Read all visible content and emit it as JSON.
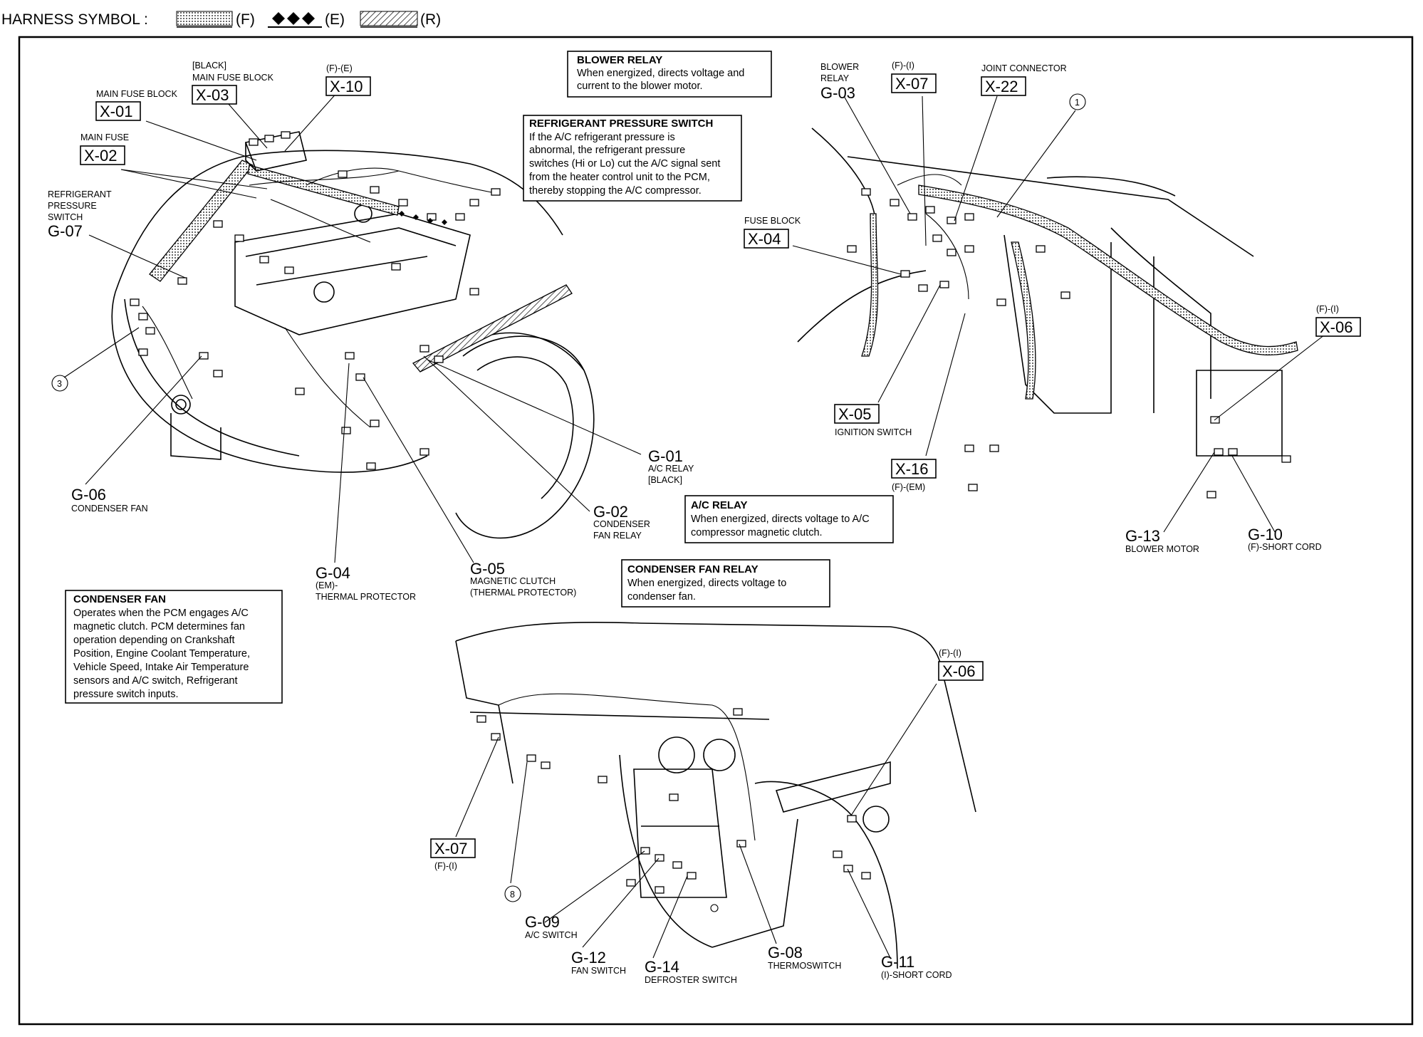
{
  "header": {
    "title": "HARNESS SYMBOL :",
    "symbols": [
      {
        "code": "(F)",
        "pattern": "dotted"
      },
      {
        "code": "(E)",
        "pattern": "diamonds"
      },
      {
        "code": "(R)",
        "pattern": "hatched"
      }
    ]
  },
  "callouts": {
    "x01": {
      "code": "X-01",
      "label": "MAIN FUSE BLOCK"
    },
    "x02": {
      "code": "X-02",
      "label": "MAIN FUSE"
    },
    "x03": {
      "code": "X-03",
      "label1": "[BLACK]",
      "label2": "MAIN FUSE BLOCK"
    },
    "x10": {
      "code": "X-10",
      "label": "(F)-(E)"
    },
    "g07": {
      "code": "G-07",
      "label1": "REFRIGERANT",
      "label2": "PRESSURE",
      "label3": "SWITCH"
    },
    "c3": {
      "code": "3"
    },
    "g06": {
      "code": "G-06",
      "label": "CONDENSER FAN"
    },
    "g04": {
      "code": "G-04",
      "label1": "(EM)-",
      "label2": "THERMAL PROTECTOR"
    },
    "g05": {
      "code": "G-05",
      "label1": "MAGNETIC CLUTCH",
      "label2": "(THERMAL PROTECTOR)"
    },
    "g02": {
      "code": "G-02",
      "label1": "CONDENSER",
      "label2": "FAN RELAY"
    },
    "g01": {
      "code": "G-01",
      "label1": "A/C RELAY",
      "label2": "[BLACK]"
    },
    "g03": {
      "code": "G-03",
      "label1": "BLOWER",
      "label2": "RELAY"
    },
    "x07a": {
      "code": "X-07",
      "label": "(F)-(I)"
    },
    "x22": {
      "code": "X-22",
      "label": "JOINT CONNECTOR"
    },
    "c1": {
      "code": "1"
    },
    "x04": {
      "code": "X-04",
      "label": "FUSE BLOCK"
    },
    "x05": {
      "code": "X-05",
      "label": "IGNITION SWITCH"
    },
    "x16": {
      "code": "X-16",
      "label": "(F)-(EM)"
    },
    "x06a": {
      "code": "X-06",
      "label": "(F)-(I)"
    },
    "g13": {
      "code": "G-13",
      "label": "BLOWER MOTOR"
    },
    "g10": {
      "code": "G-10",
      "label": "(F)-SHORT CORD"
    },
    "x06b": {
      "code": "X-06",
      "label": "(F)-(I)"
    },
    "x07b": {
      "code": "X-07",
      "label": "(F)-(I)"
    },
    "c8": {
      "code": "8"
    },
    "g09": {
      "code": "G-09",
      "label": "A/C SWITCH"
    },
    "g12": {
      "code": "G-12",
      "label": "FAN SWITCH"
    },
    "g14": {
      "code": "G-14",
      "label": "DEFROSTER SWITCH"
    },
    "g08": {
      "code": "G-08",
      "label": "THERMOSWITCH"
    },
    "g11": {
      "code": "G-11",
      "label": "(I)-SHORT CORD"
    }
  },
  "descriptions": {
    "blower_relay": {
      "title": "BLOWER RELAY",
      "lines": [
        "When energized, directs voltage and",
        "current to the blower motor."
      ]
    },
    "refrigerant_switch": {
      "title": "REFRIGERANT PRESSURE SWITCH",
      "lines": [
        "If the A/C refrigerant pressure is",
        "abnormal, the refrigerant pressure",
        "switches (Hi or Lo) cut the A/C signal sent",
        "from the heater control unit to the PCM,",
        "thereby stopping the A/C compressor."
      ]
    },
    "ac_relay": {
      "title": "A/C RELAY",
      "lines": [
        "When energized, directs voltage to A/C",
        "compressor magnetic clutch."
      ]
    },
    "condenser_fan_relay": {
      "title": "CONDENSER FAN RELAY",
      "lines": [
        "When energized, directs voltage to",
        "condenser fan."
      ]
    },
    "condenser_fan": {
      "title": "CONDENSER FAN",
      "lines": [
        "Operates when the PCM engages A/C",
        "magnetic clutch. PCM determines fan",
        "operation depending on Crankshaft",
        "Position, Engine Coolant Temperature,",
        "Vehicle Speed, Intake Air Temperature",
        "sensors and A/C switch, Refrigerant",
        "pressure switch inputs."
      ]
    }
  }
}
